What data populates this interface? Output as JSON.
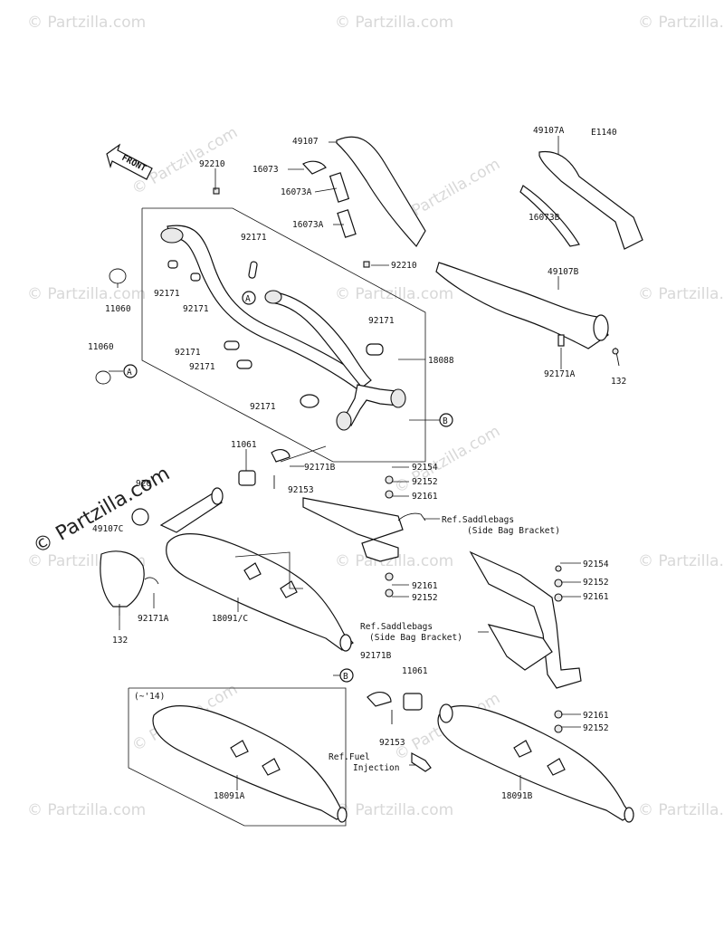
{
  "diagram": {
    "code": "E1140",
    "front_label": "FRONT",
    "labels": {
      "p92210_top": "92210",
      "p92210_mid": "92210",
      "p11060_top": "11060",
      "p11060_left": "11060",
      "p92171_a": "92171",
      "p92171_b": "92171",
      "p92171_c": "92171",
      "p92171_d": "92171",
      "p92171_e": "92171",
      "p92171_f": "92171",
      "p92171_g": "92171",
      "p18088": "18088",
      "p49107": "49107",
      "p16073": "16073",
      "p16073A_1": "16073A",
      "p16073A_2": "16073A",
      "p49107A": "49107A",
      "p16073B": "16073B",
      "p49107B": "49107B",
      "p92171A_right": "92171A",
      "p132_right": "132",
      "p11061_top": "11061",
      "p92171B_top": "92171B",
      "p92153_top": "92153",
      "p920_partial": "920",
      "p49107C": "49107C",
      "p92171A_left": "92171A",
      "p132_left": "132",
      "p18091C": "18091/C",
      "p92154_1": "92154",
      "p92152_1": "92152",
      "p92161_1": "92161",
      "ref_saddle_1a": "Ref.Saddlebags",
      "ref_saddle_1b": "(Side Bag Bracket)",
      "p92161_2": "92161",
      "p92152_2": "92152",
      "p92154_2": "92154",
      "p92152_3": "92152",
      "p92161_3": "92161",
      "ref_saddle_2a": "Ref.Saddlebags",
      "ref_saddle_2b": "(Side Bag Bracket)",
      "p92171B_bot": "92171B",
      "p11061_bot": "11061",
      "p92153_bot": "92153",
      "ref_fuel_a": "Ref.Fuel",
      "ref_fuel_b": "Injection",
      "p92161_4": "92161",
      "p92152_4": "92152",
      "year_note": "(~'14)",
      "p18091A": "18091A",
      "p18091B": "18091B"
    },
    "markers": {
      "A": "A",
      "B": "B"
    }
  },
  "watermark": {
    "text": "© Partzilla.com",
    "diagonal": "© Partzilla.com"
  }
}
